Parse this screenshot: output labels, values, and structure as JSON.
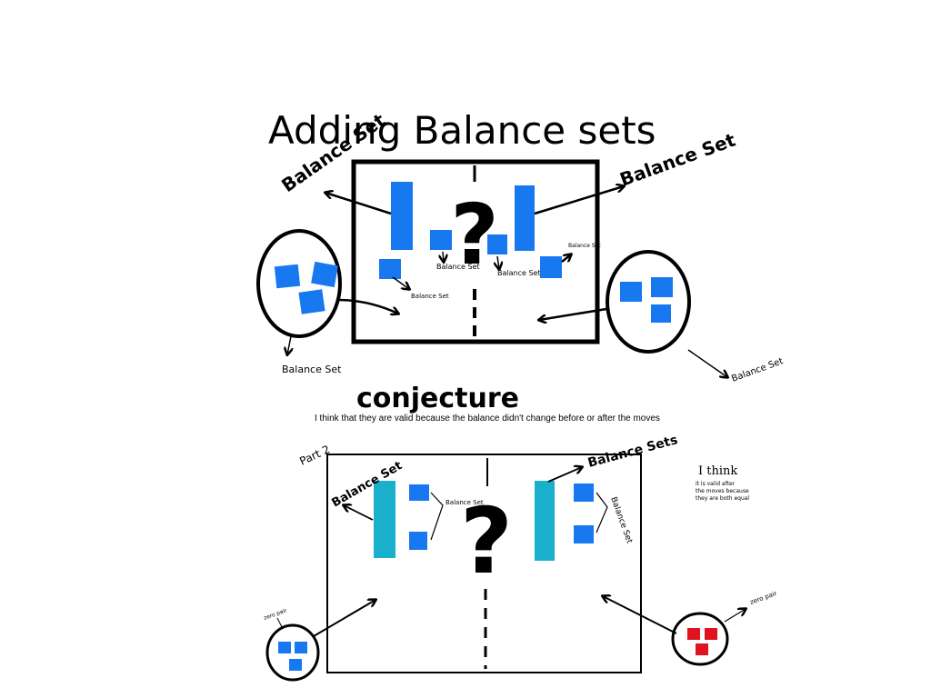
{
  "title": "Adding Balance sets",
  "conjecture": {
    "heading": "conjecture",
    "statement": "I think that they are valid because the balance didn't  change  before or after the moves"
  },
  "part1": {
    "labels": {
      "left_big": "Balance Set",
      "right_big": "Balance Set",
      "mid_left": "Balance Set",
      "mid_right": "Balance Set",
      "left_small": "Balance Set",
      "right_tiny": "Balance Set",
      "left_circle": "Balance Set",
      "right_circle": "Balance Set"
    },
    "question_mark": "?"
  },
  "part2": {
    "heading": "Part 2",
    "labels": {
      "left": "Balance Set",
      "left_small": "Balance Set",
      "right": "Balance Sets",
      "right_side": "Balance Set",
      "zero_pair_left": "zero pair",
      "zero_pair_right": "zero pair"
    },
    "question_mark": "?"
  },
  "side_note": {
    "lines": [
      "I think",
      "it is valid after",
      "the moves because",
      "they are both equal"
    ]
  },
  "colors": {
    "tile_blue": "#1878f0",
    "bar_cyan": "#1ab0cc",
    "tile_red": "#e0141e",
    "ink": "#000000"
  }
}
